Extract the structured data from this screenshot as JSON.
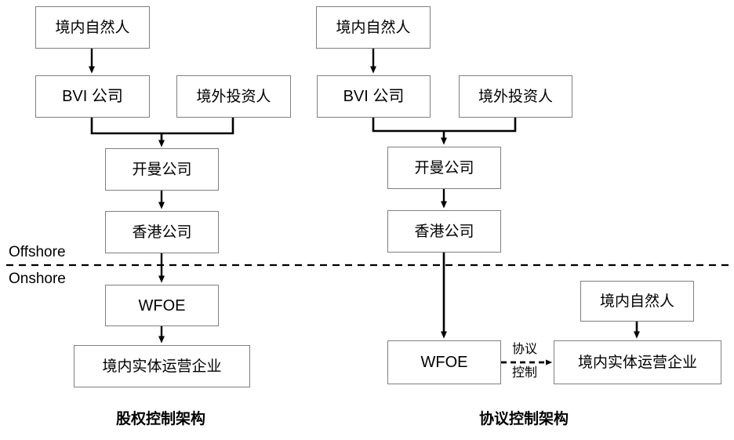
{
  "figure": {
    "zone_labels": {
      "offshore": "Offshore",
      "onshore": "Onshore"
    }
  },
  "left_diagram": {
    "caption": "股权控制架构",
    "nodes": {
      "domestic_individual": "境内自然人",
      "bvi_company": "BVI 公司",
      "offshore_investor": "境外投资人",
      "cayman_company": "开曼公司",
      "hongkong_company": "香港公司",
      "wfoe": "WFOE",
      "domestic_operating_entity": "境内实体运营企业"
    }
  },
  "right_diagram": {
    "caption": "协议控制架构",
    "nodes": {
      "domestic_individual": "境内自然人",
      "bvi_company": "BVI 公司",
      "offshore_investor": "境外投资人",
      "cayman_company": "开曼公司",
      "hongkong_company": "香港公司",
      "wfoe": "WFOE",
      "domestic_individual_2": "境内自然人",
      "domestic_operating_entity": "境内实体运营企业"
    },
    "edge_labels": {
      "vie_control_line1": "协议",
      "vie_control_line2": "控制"
    }
  },
  "colors": {
    "box_border": "#808080",
    "connector": "#000000",
    "background": "#ffffff",
    "text": "#000000"
  }
}
